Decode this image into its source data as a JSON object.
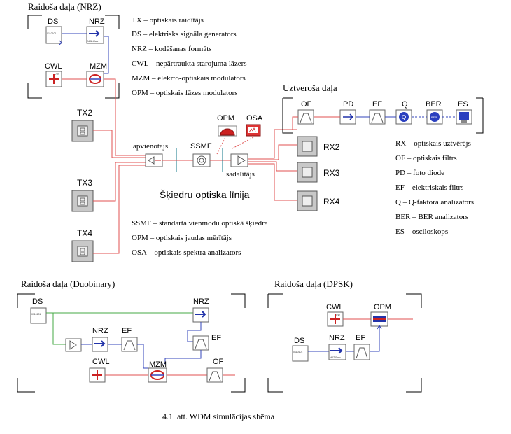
{
  "sections": {
    "nrz_title": "Raidoša daļa (NRZ)",
    "receiver_title": "Uztveroša daļa",
    "duobinary_title": "Raidoša daļa (Duobinary)",
    "dpsk_title": "Raidoša daļa (DPSK)",
    "fiber_line": "Šķiedru optiska līnija"
  },
  "components": {
    "ds": "DS",
    "nrz": "NRZ",
    "cwl": "CWL",
    "mzm": "MZM",
    "tx2": "TX2",
    "tx3": "TX3",
    "tx4": "TX4",
    "combiner": "apvienotajs",
    "ssmf": "SSMF",
    "opm": "OPM",
    "osa": "OSA",
    "splitter": "sadalītājs",
    "rx2": "RX2",
    "rx3": "RX3",
    "rx4": "RX4",
    "of": "OF",
    "pd": "PD",
    "ef": "EF",
    "q": "Q",
    "ber": "BER",
    "es": "ES"
  },
  "tiny_labels": {
    "ds_bits": "0110101",
    "cw": "CW",
    "nrz_raw": "NRZ-Raw",
    "nrz_out": "NRZ",
    "q_glyph": "Q",
    "ber_glyph": "BER"
  },
  "legend_top": [
    "TX – optiskais raidītājs",
    "DS – elektrisks signāla ģenerators",
    "NRZ – kodēšanas formāts",
    "CWL – nepārtraukta starojuma lāzers",
    "MZM – elekrto-optiskais modulators",
    "OPM – optiskais fāzes modulators"
  ],
  "legend_rx": [
    "RX – optiskais uztvērējs",
    "OF – optiskais filtrs",
    "PD – foto diode",
    "EF – elektriskais filtrs",
    "Q – Q-faktora analizators",
    "BER – BER analizators",
    "ES – osciloskops"
  ],
  "legend_line": [
    "SSMF – standarta vienmodu optiskā šķiedra",
    "OPM – optiskais jaudas mērītājs",
    "OSA – optiskais spektra analizators"
  ],
  "caption": "4.1. att. WDM simulācijas shēma",
  "colors": {
    "optical": "#e05050",
    "electrical": "#3344bb",
    "clock": "#44aa44",
    "marker": "#117788",
    "subsystem": "#c8c8c8"
  }
}
